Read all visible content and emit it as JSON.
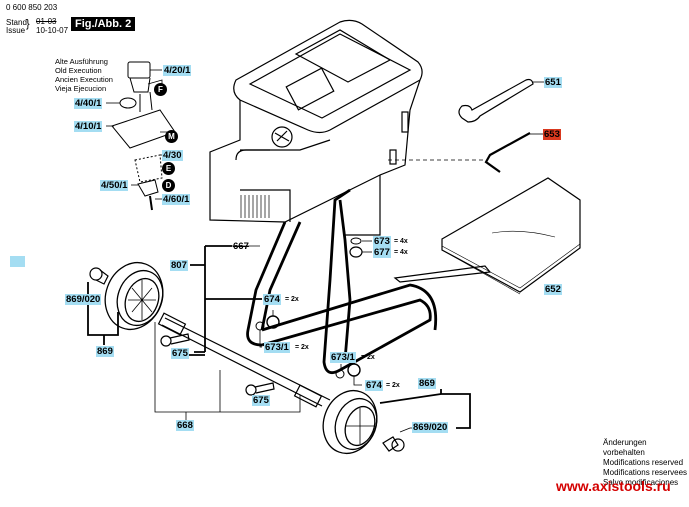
{
  "header": {
    "part_number": "0 600 850 203",
    "stand_label": "Stand",
    "issue_label": "Issue",
    "old_date": "01-03",
    "issue_date": "10-10-07",
    "figure_label": "Fig./Abb. 2"
  },
  "old_execution_notes": [
    "Alte Ausführung",
    "Old Execution",
    "Ancien Execution",
    "Vieja Ejecucion"
  ],
  "legend_circles": [
    "F",
    "M",
    "E",
    "D"
  ],
  "part_labels": {
    "p4_20_1": "4/20/1",
    "p4_40_1": "4/40/1",
    "p4_10_1": "4/10/1",
    "p4_30": "4/30",
    "p4_50_1": "4/50/1",
    "p4_60_1": "4/60/1",
    "p651": "651",
    "p653": "653",
    "p652": "652",
    "p667": "667",
    "p807": "807",
    "p673": "673",
    "p677": "677",
    "p674_a": "674",
    "p674_b": "674",
    "p673_1_a": "673/1",
    "p673_1_b": "673/1",
    "p869_020_a": "869/020",
    "p869_020_b": "869/020",
    "p869_a": "869",
    "p869_b": "869",
    "p675_a": "675",
    "p675_b": "675",
    "p668": "668"
  },
  "quantities": {
    "q673": "= 4x",
    "q677": "= 4x",
    "q674_a": "= 2x",
    "q674_b": "= 2x",
    "q673_1_a": "= 2x",
    "q673_1_b": "= 2x"
  },
  "highlighted_part": "653",
  "colors": {
    "label_bg": "#a4ddf2",
    "highlight_bg": "#d9381e",
    "url_color": "#d40000"
  },
  "footer": {
    "notes": [
      "Änderungen vorbehalten",
      "Modifications reserved",
      "Modifications reservees",
      "Salvo modificaciones"
    ],
    "url": "www.axistools.ru"
  }
}
